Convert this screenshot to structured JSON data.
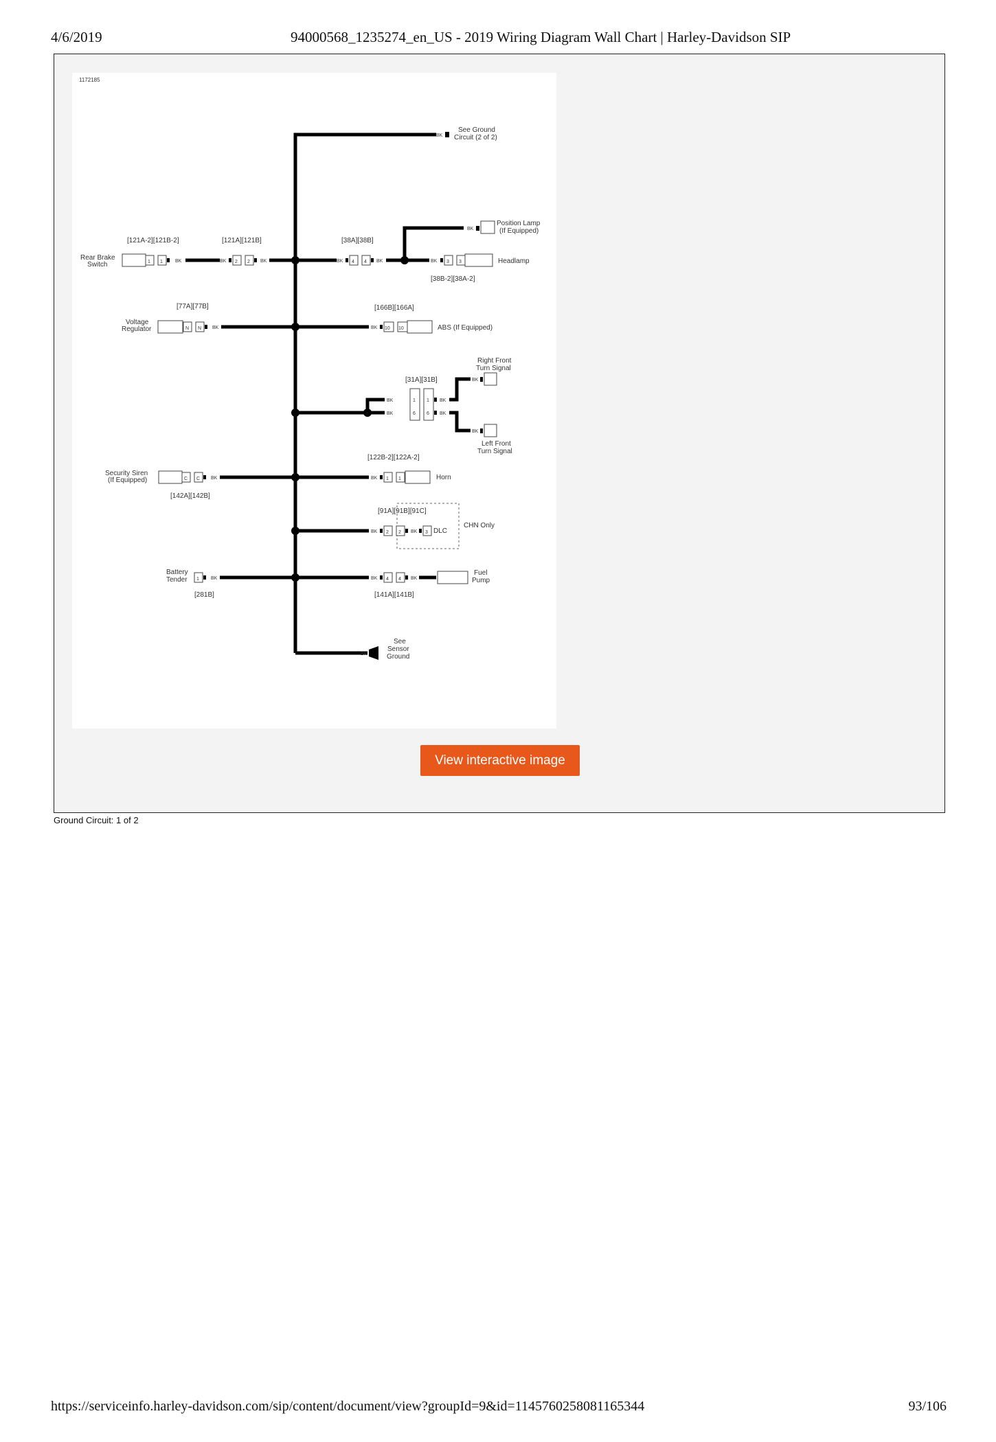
{
  "header": {
    "date": "4/6/2019",
    "title": "94000568_1235274_en_US - 2019 Wiring Diagram Wall Chart | Harley-Davidson SIP"
  },
  "footer": {
    "url": "https://serviceinfo.harley-davidson.com/sip/content/document/view?groupId=9&id=1145760258081165344",
    "page": "93/106"
  },
  "figure": {
    "id": "1172185",
    "button_label": "View interactive image",
    "caption": "Ground Circuit: 1 of 2"
  },
  "diagram": {
    "wire_color": "BK",
    "labels": {
      "see_ground_1": "See Ground",
      "see_ground_2": "Circuit (2 of 2)",
      "position_lamp_1": "Position Lamp",
      "position_lamp_2": "(If Equipped)",
      "headlamp": "Headlamp",
      "rear_brake_1": "Rear Brake",
      "rear_brake_2": "Switch",
      "voltage_reg_1": "Voltage",
      "voltage_reg_2": "Regulator",
      "abs": "ABS (If Equipped)",
      "right_turn_1": "Right Front",
      "right_turn_2": "Turn Signal",
      "left_turn_1": "Left Front",
      "left_turn_2": "Turn Signal",
      "security_siren_1": "Security Siren",
      "security_siren_2": "(If Equipped)",
      "horn": "Horn",
      "dlc": "DLC",
      "chn_only": "CHN Only",
      "battery_tender_1": "Battery",
      "battery_tender_2": "Tender",
      "fuel_pump_1": "Fuel",
      "fuel_pump_2": "Pump",
      "sensor_ground_1": "See",
      "sensor_ground_2": "Sensor",
      "sensor_ground_3": "Ground"
    },
    "connectors": {
      "c121a2_121b2": "[121A-2][121B-2]",
      "c121a_121b": "[121A][121B]",
      "c38a_38b": "[38A][38B]",
      "c38b2_38a2": "[38B-2][38A-2]",
      "c77a_77b": "[77A][77B]",
      "c166b_166a": "[166B][166A]",
      "c31a_31b": "[31A][31B]",
      "c122b2_122a2": "[122B-2][122A-2]",
      "c142a_142b": "[142A][142B]",
      "c91a_91b_91c": "[91A][91B][91C]",
      "c281b": "[281B]",
      "c141a_141b": "[141A][141B]"
    },
    "pins": {
      "p1": "1",
      "p2": "2",
      "p3": "3",
      "p4": "4",
      "p6": "6",
      "p10": "10",
      "pN": "N",
      "pC": "C"
    }
  }
}
